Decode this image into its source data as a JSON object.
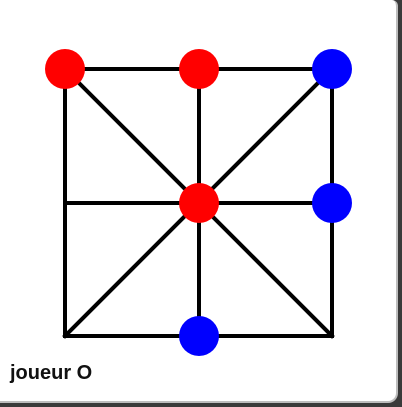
{
  "status": {
    "player_label": "joueur O"
  },
  "board": {
    "line_color": "#000000",
    "player_colors": {
      "red": "#ff0000",
      "blue": "#0000ff"
    },
    "grid_positions": [
      "top-left",
      "top-center",
      "top-right",
      "middle-left",
      "center",
      "middle-right",
      "bottom-left",
      "bottom-center",
      "bottom-right"
    ],
    "pieces": [
      {
        "position": "top-left",
        "color": "red"
      },
      {
        "position": "top-center",
        "color": "red"
      },
      {
        "position": "top-right",
        "color": "blue"
      },
      {
        "position": "center",
        "color": "red"
      },
      {
        "position": "middle-right",
        "color": "blue"
      },
      {
        "position": "bottom-center",
        "color": "blue"
      }
    ]
  }
}
